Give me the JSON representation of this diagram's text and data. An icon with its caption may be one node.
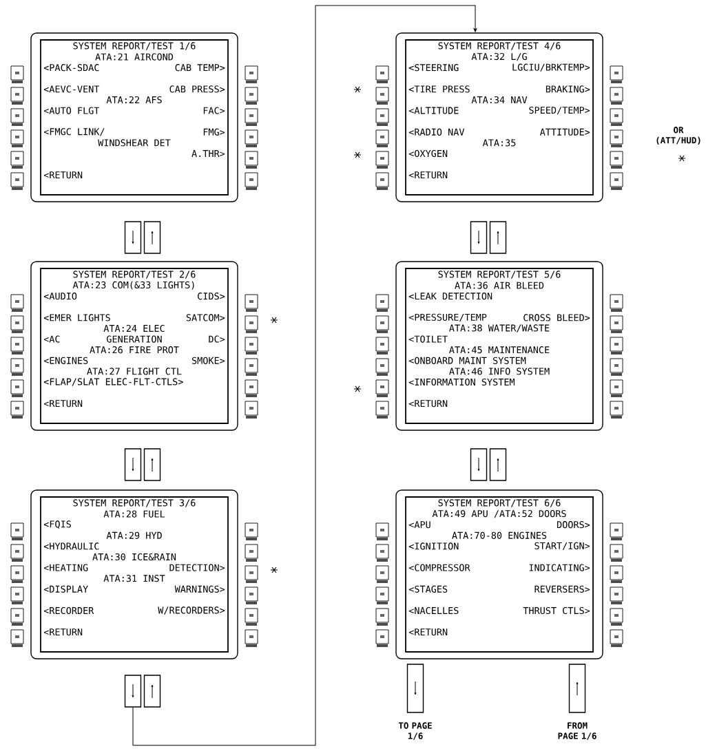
{
  "diagram": {
    "nodes": [
      {
        "text": [
          "SYSTEM REPORT/TEST 1/6",
          "ATA:21 AIRCOND",
          "<PACK-SDAC",
          "CAB TEMP>",
          "<AEVC-VENT",
          "CAB PRESS>",
          "ATA:22 AFS",
          "<AUTO FLGT",
          "FAC>",
          "<FMGC LINK/",
          "FMG>",
          "WINDSHEAR DET",
          "A.THR>",
          "<RETURN"
        ]
      },
      {
        "text": [
          "SYSTEM REPORT/TEST 2/6",
          "ATA:23 COM(&33 LIGHTS)",
          "<AUDIO",
          "CIDS>",
          "<EMER LIGHTS",
          "SATCOM>",
          "ATA:24 ELEC",
          "<AC",
          "GENERATION",
          "DC>",
          "ATA:26 FIRE PROT",
          "<ENGINES",
          "SMOKE>",
          "ATA:27 FLIGHT CTL",
          "<FLAP/SLAT ELEC-FLT-CTLS>",
          "<RETURN"
        ]
      },
      {
        "text": [
          "SYSTEM REPORT/TEST 3/6",
          "ATA:28 FUEL",
          "<FQIS",
          "ATA:29 HYD",
          "<HYDRAULIC",
          "ATA:30 ICE&RAIN",
          "<HEATING",
          "DETECTION>",
          "ATA:31 INST",
          "<DISPLAY",
          "WARNINGS>",
          "<RECORDER",
          "W/RECORDERS>",
          "<RETURN"
        ]
      },
      {
        "text": [
          "SYSTEM REPORT/TEST 4/6",
          "ATA:32 L/G",
          "<STEERING",
          "LGCIU/BRKTEMP>",
          "<TIRE PRESS",
          "BRAKING>",
          "ATA:34 NAV",
          "<ALTITUDE",
          "SPEED/TEMP>",
          "<RADIO NAV",
          "ATTITUDE>",
          "ATA:35",
          "<OXYGEN",
          "<RETURN"
        ]
      },
      {
        "text": [
          "SYSTEM REPORT/TEST 5/6",
          "ATA:36 AIR BLEED",
          "<LEAK DETECTION",
          "<PRESSURE/TEMP",
          "CROSS BLEED>",
          "ATA:38 WATER/WASTE",
          "<TOILET",
          "ATA:45 MAINTENANCE",
          "<ONBOARD MAINT SYSTEM",
          "ATA:46 INFO SYSTEM",
          "<INFORMATION SYSTEM",
          "<RETURN"
        ]
      },
      {
        "text": [
          "SYSTEM REPORT/TEST 6/6",
          "ATA:49 APU /ATA:52 DOORS",
          "<APU",
          "DOORS>",
          "ATA:70-80 ENGINES",
          "<IGNITION",
          "START/IGN>",
          "<COMPRESSOR",
          "INDICATING>",
          "<STAGES",
          "REVERSERS>",
          "<NACELLES",
          "THRUST CTLS>",
          "<RETURN"
        ]
      },
      {
        "text": [],
        "shape": "box"
      },
      {
        "text": [],
        "shape": "box"
      },
      {
        "text": [],
        "shape": "box"
      },
      {
        "text": [],
        "shape": "box"
      },
      {
        "text": [],
        "shape": "box"
      },
      {
        "text": [],
        "shape": "box"
      },
      {
        "text": [],
        "shape": "box"
      },
      {
        "text": [],
        "shape": "box"
      },
      {
        "text": [],
        "shape": "box"
      },
      {
        "text": [],
        "shape": "box"
      },
      {
        "text": [],
        "shape": "box",
        "beside": [
          "TO PAGE 1/6"
        ]
      },
      {
        "text": [],
        "shape": "box",
        "beside": [
          "FROM PAGE 1/6"
        ]
      }
    ],
    "edges": [
      {
        "from": 10,
        "to": 3,
        "arrow": "to"
      }
    ],
    "labels": [
      "OR (ATT/HUD)"
    ]
  }
}
